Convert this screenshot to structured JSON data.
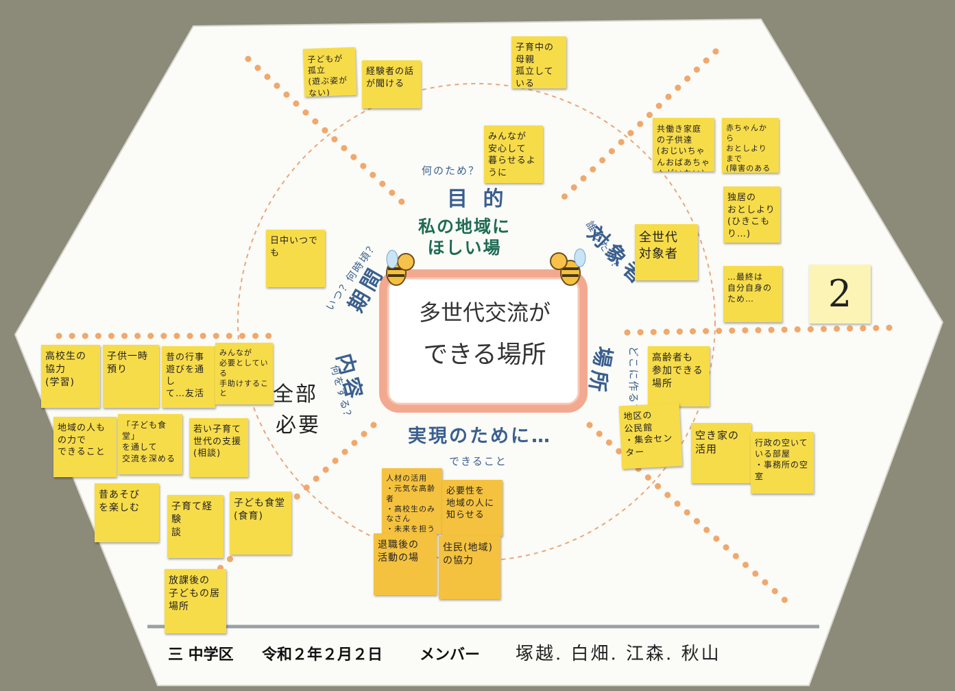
{
  "board": {
    "center_heading": [
      "私の地域に",
      "ほしい場"
    ],
    "theme": [
      "多世代交流が",
      "できる場所"
    ],
    "board_number": "2",
    "colors": {
      "background": "#8c8a78",
      "paper": "#fbfbf7",
      "note": "#f7dc4a",
      "note_alt": "#f5c23f",
      "dots": "#f0a86c",
      "frame": "#f2a98f",
      "category": "#3a5f8f",
      "heading": "#1f6b55"
    }
  },
  "categories": {
    "purpose": {
      "label": "目 的",
      "sub": "何のため？"
    },
    "target": {
      "label": "対象者",
      "sub": "誰のため？"
    },
    "place": {
      "label": "場所",
      "sub": "どこに作る？"
    },
    "action": {
      "label": "実現のために…",
      "sub": "できること"
    },
    "content": {
      "label": "内容",
      "sub": "何をする？",
      "handwritten": [
        "全部",
        "必要"
      ]
    },
    "period": {
      "label": "期間",
      "sub": "いつ？何時頃？"
    }
  },
  "notes": {
    "n01": "子どもが\n孤立\n(遊ぶ姿がない)",
    "n02": "経験者の話\nが聞ける",
    "n03": "子育中の母親\n孤立している",
    "n04": "みんなが\n安心して\n暮らせるように",
    "n05": "共働き家庭\nの子供達\n(おじいちゃんおばあちゃんがいない)",
    "n06": "赤ちゃんから\nおとしよりまで\n(障害のある方も)",
    "n07": "独居の\nおとしより\n(ひきこもり…)",
    "n08": "全世代\n対象者",
    "n09": "…最終は\n自分自身の\nため…",
    "n10": "日中いつでも",
    "n11": "高校生の\n協力\n(学習)",
    "n12": "子供一時\n預り",
    "n13": "昔の行事\n遊びを通し\nて…友活",
    "n14": "みんなが\n必要としている\n手助けすること",
    "n15": "地域の人も\nの力で\nできること",
    "n16": "「子ども食堂」\nを通して\n交流を深める",
    "n17": "若い子育て\n世代の支援\n(相談)",
    "n18": "昔あそび\nを楽しむ",
    "n19": "子育て経験\n談",
    "n20": "子ども食堂\n(食育)",
    "n21": "放課後の\n子どもの居場所",
    "n22": "人材の活用\n・元気な高齢者\n・高校生のみなさん\n・未来を担う方",
    "n23": "必要性を\n地域の人に\n知らせる",
    "n24": "退職後の\n活動の場",
    "n25": "住民(地域)\nの協力",
    "n26": "高齢者も\n参加できる\n場所",
    "n27": "地区の\n公民館\n・集会センター",
    "n28": "空き家の\n活用",
    "n29": "行政の空いて\nいる部屋\n・事務所の空室"
  },
  "footer": {
    "district": "三 中学区",
    "date": "令和２年２月２日",
    "members_label": "メンバー",
    "members": "塚越. 白畑. 江森. 秋山"
  }
}
